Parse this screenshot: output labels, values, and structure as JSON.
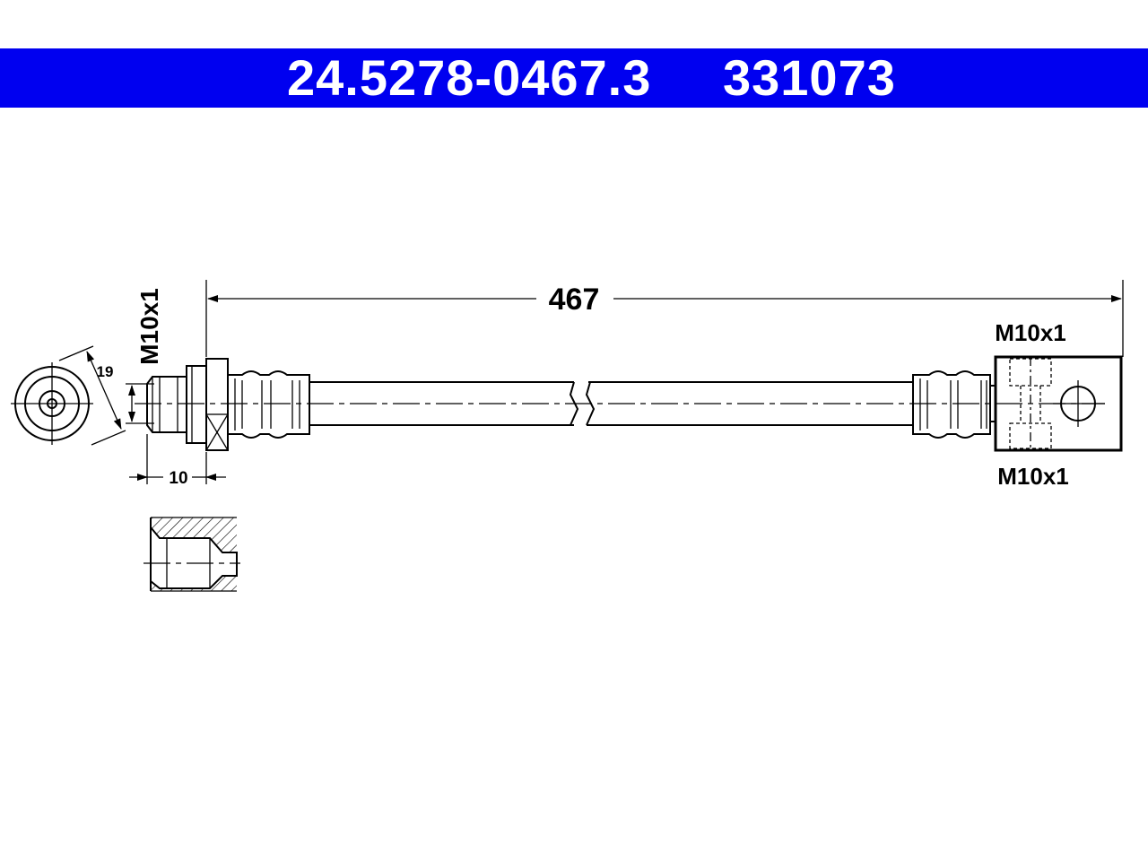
{
  "header": {
    "part_number": "24.5278-0467.3",
    "reference_number": "331073",
    "background_color": "#0000f0",
    "text_color": "#ffffff"
  },
  "dimensions": {
    "overall_length": "467",
    "hex_size": "19",
    "fitting_length": "10",
    "left_thread": "M10x1",
    "right_top_thread": "M10x1",
    "right_bottom_thread": "M10x1"
  }
}
